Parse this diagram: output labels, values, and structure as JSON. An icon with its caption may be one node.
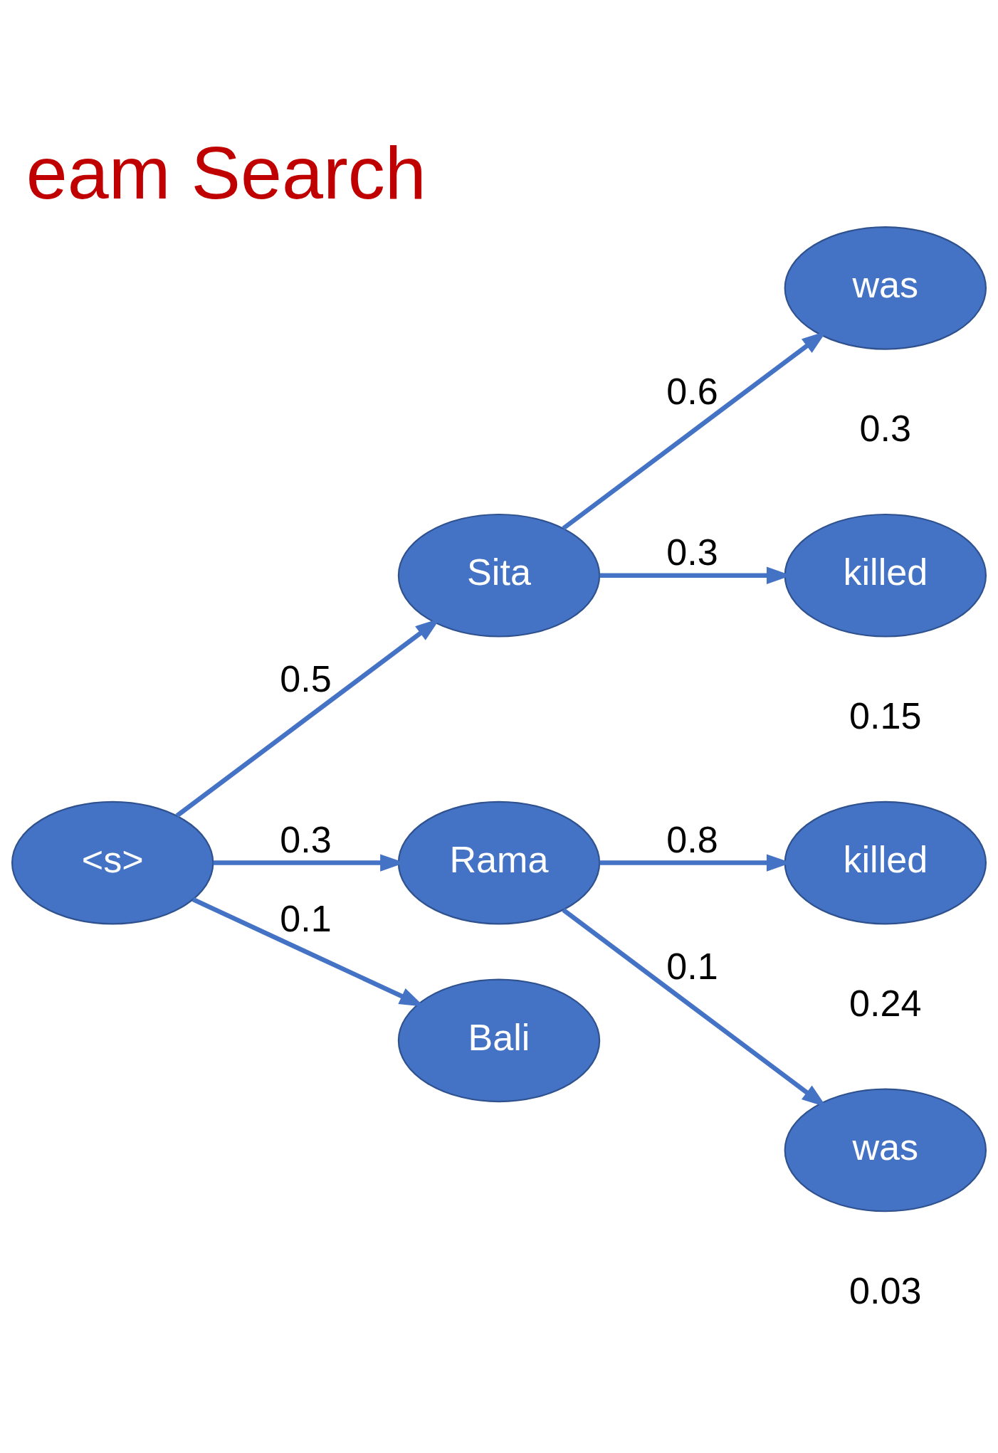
{
  "diagram": {
    "title": "eam Search",
    "nodes": [
      {
        "text": [
          "<s>"
        ]
      },
      {
        "text": [
          "Sita"
        ]
      },
      {
        "text": [
          "Rama"
        ]
      },
      {
        "text": [
          "Bali"
        ]
      },
      {
        "text": [
          "was"
        ],
        "beside": [
          "0.3"
        ]
      },
      {
        "text": [
          "killed"
        ],
        "beside": [
          "0.15"
        ]
      },
      {
        "text": [
          "killed"
        ],
        "beside": [
          "0.24"
        ]
      },
      {
        "text": [
          "was"
        ],
        "beside": [
          "0.03"
        ]
      }
    ],
    "edges": [
      {
        "from": 0,
        "to": 1,
        "arrow": "to",
        "label": "0.5"
      },
      {
        "from": 0,
        "to": 2,
        "arrow": "to",
        "label": "0.3"
      },
      {
        "from": 0,
        "to": 3,
        "arrow": "to",
        "label": "0.1"
      },
      {
        "from": 1,
        "to": 4,
        "arrow": "to",
        "label": "0.6"
      },
      {
        "from": 1,
        "to": 5,
        "arrow": "to",
        "label": "0.3"
      },
      {
        "from": 2,
        "to": 6,
        "arrow": "to",
        "label": "0.8"
      },
      {
        "from": 2,
        "to": 7,
        "arrow": "to",
        "label": "0.1"
      }
    ]
  }
}
